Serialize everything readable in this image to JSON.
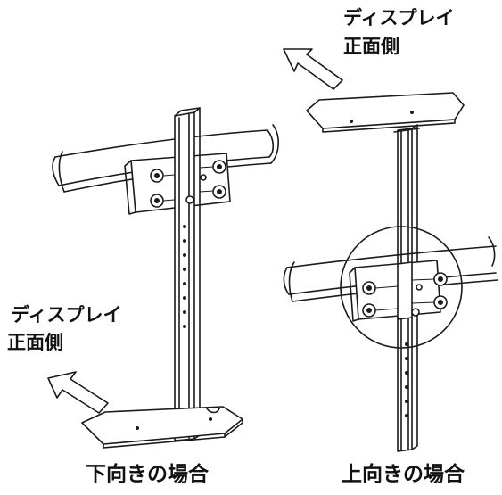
{
  "captions": {
    "left": "下向きの場合",
    "right": "上向きの場合"
  },
  "notes": {
    "top_right": {
      "line1": "ディスプレイ",
      "line2": "正面側"
    },
    "bottom_left": {
      "line1": "ディスプレイ",
      "line2": "正面側"
    }
  },
  "colors": {
    "line": "#1a1a1a",
    "background": "#ffffff"
  }
}
